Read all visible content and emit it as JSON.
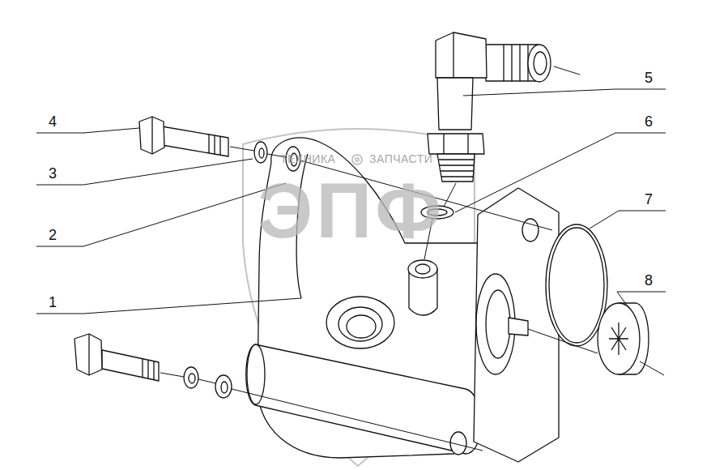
{
  "diagram": {
    "labels": [
      "5",
      "6",
      "4",
      "3",
      "2",
      "7",
      "1",
      "8",
      "ТЕХНИКА",
      "ЗАПЧАСТИ",
      "ЭПФ"
    ]
  }
}
